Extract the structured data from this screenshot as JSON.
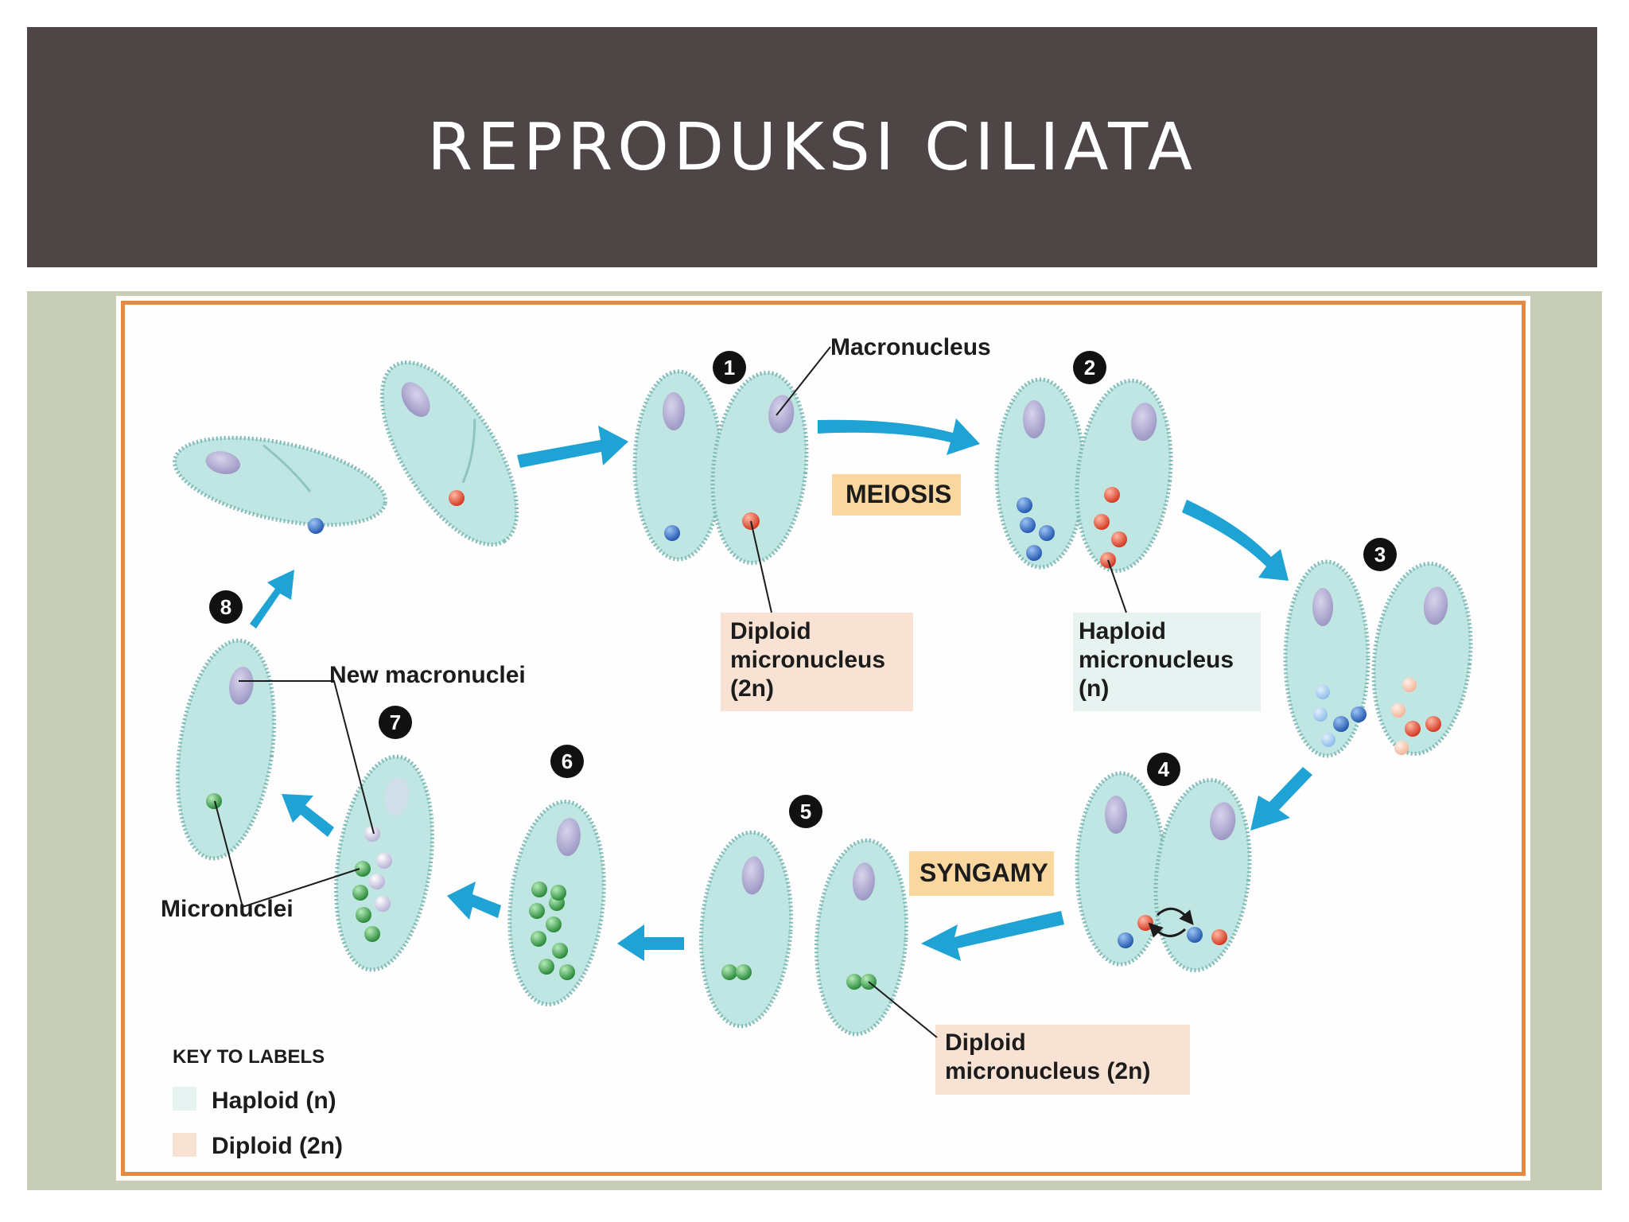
{
  "slide": {
    "title": "REPRODUKSI CILIATA"
  },
  "diagram": {
    "steps": [
      "1",
      "2",
      "3",
      "4",
      "5",
      "6",
      "7",
      "8"
    ],
    "labels": {
      "macronucleus": "Macronucleus",
      "meiosis": "MEIOSIS",
      "diploid_micronucleus_1": [
        "Diploid",
        "micronucleus",
        "(2n)"
      ],
      "haploid_micronucleus": [
        "Haploid",
        "micronucleus",
        "(n)"
      ],
      "new_macronuclei": "New macronuclei",
      "micronuclei": "Micronuclei",
      "syngamy": "SYNGAMY",
      "diploid_micronucleus_2": [
        "Diploid",
        "micronucleus (2n)"
      ]
    },
    "key": {
      "title": "KEY TO LABELS",
      "haploid": "Haploid (n)",
      "diploid": "Diploid (2n)"
    },
    "colors": {
      "title_bar": "#4e4646",
      "backdrop": "#c8cdb8",
      "frame_border": "#e28a43",
      "cell_fill": "#bfe6e2",
      "cell_stroke": "#7fb9b5",
      "arrow": "#1ea3d4",
      "macronucleus": "#a8a3c9",
      "blue_nucleus": "#3a73c9",
      "red_nucleus": "#e4553b",
      "green_nucleus": "#3d9e4c",
      "diploid_box": "#f8e2d4",
      "haploid_box": "#e7f3f1",
      "meiosis_box": "#fbd7a0"
    }
  }
}
